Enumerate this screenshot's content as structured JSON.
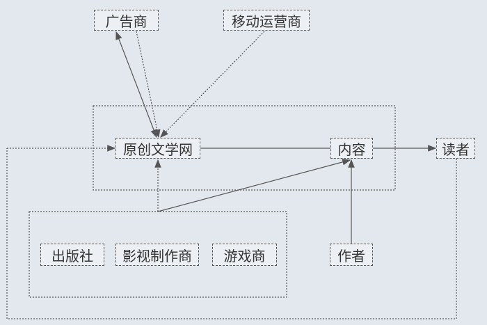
{
  "nodes": {
    "advertiser": "广告商",
    "mobile_operator": "移动运营商",
    "original_lit_site": "原创文学网",
    "content": "内容",
    "reader": "读者",
    "publisher": "出版社",
    "film_tv_producer": "影视制作商",
    "game_company": "游戏商",
    "author": "作者"
  },
  "colors": {
    "background": "#e3e7ee",
    "line": "#555555"
  }
}
